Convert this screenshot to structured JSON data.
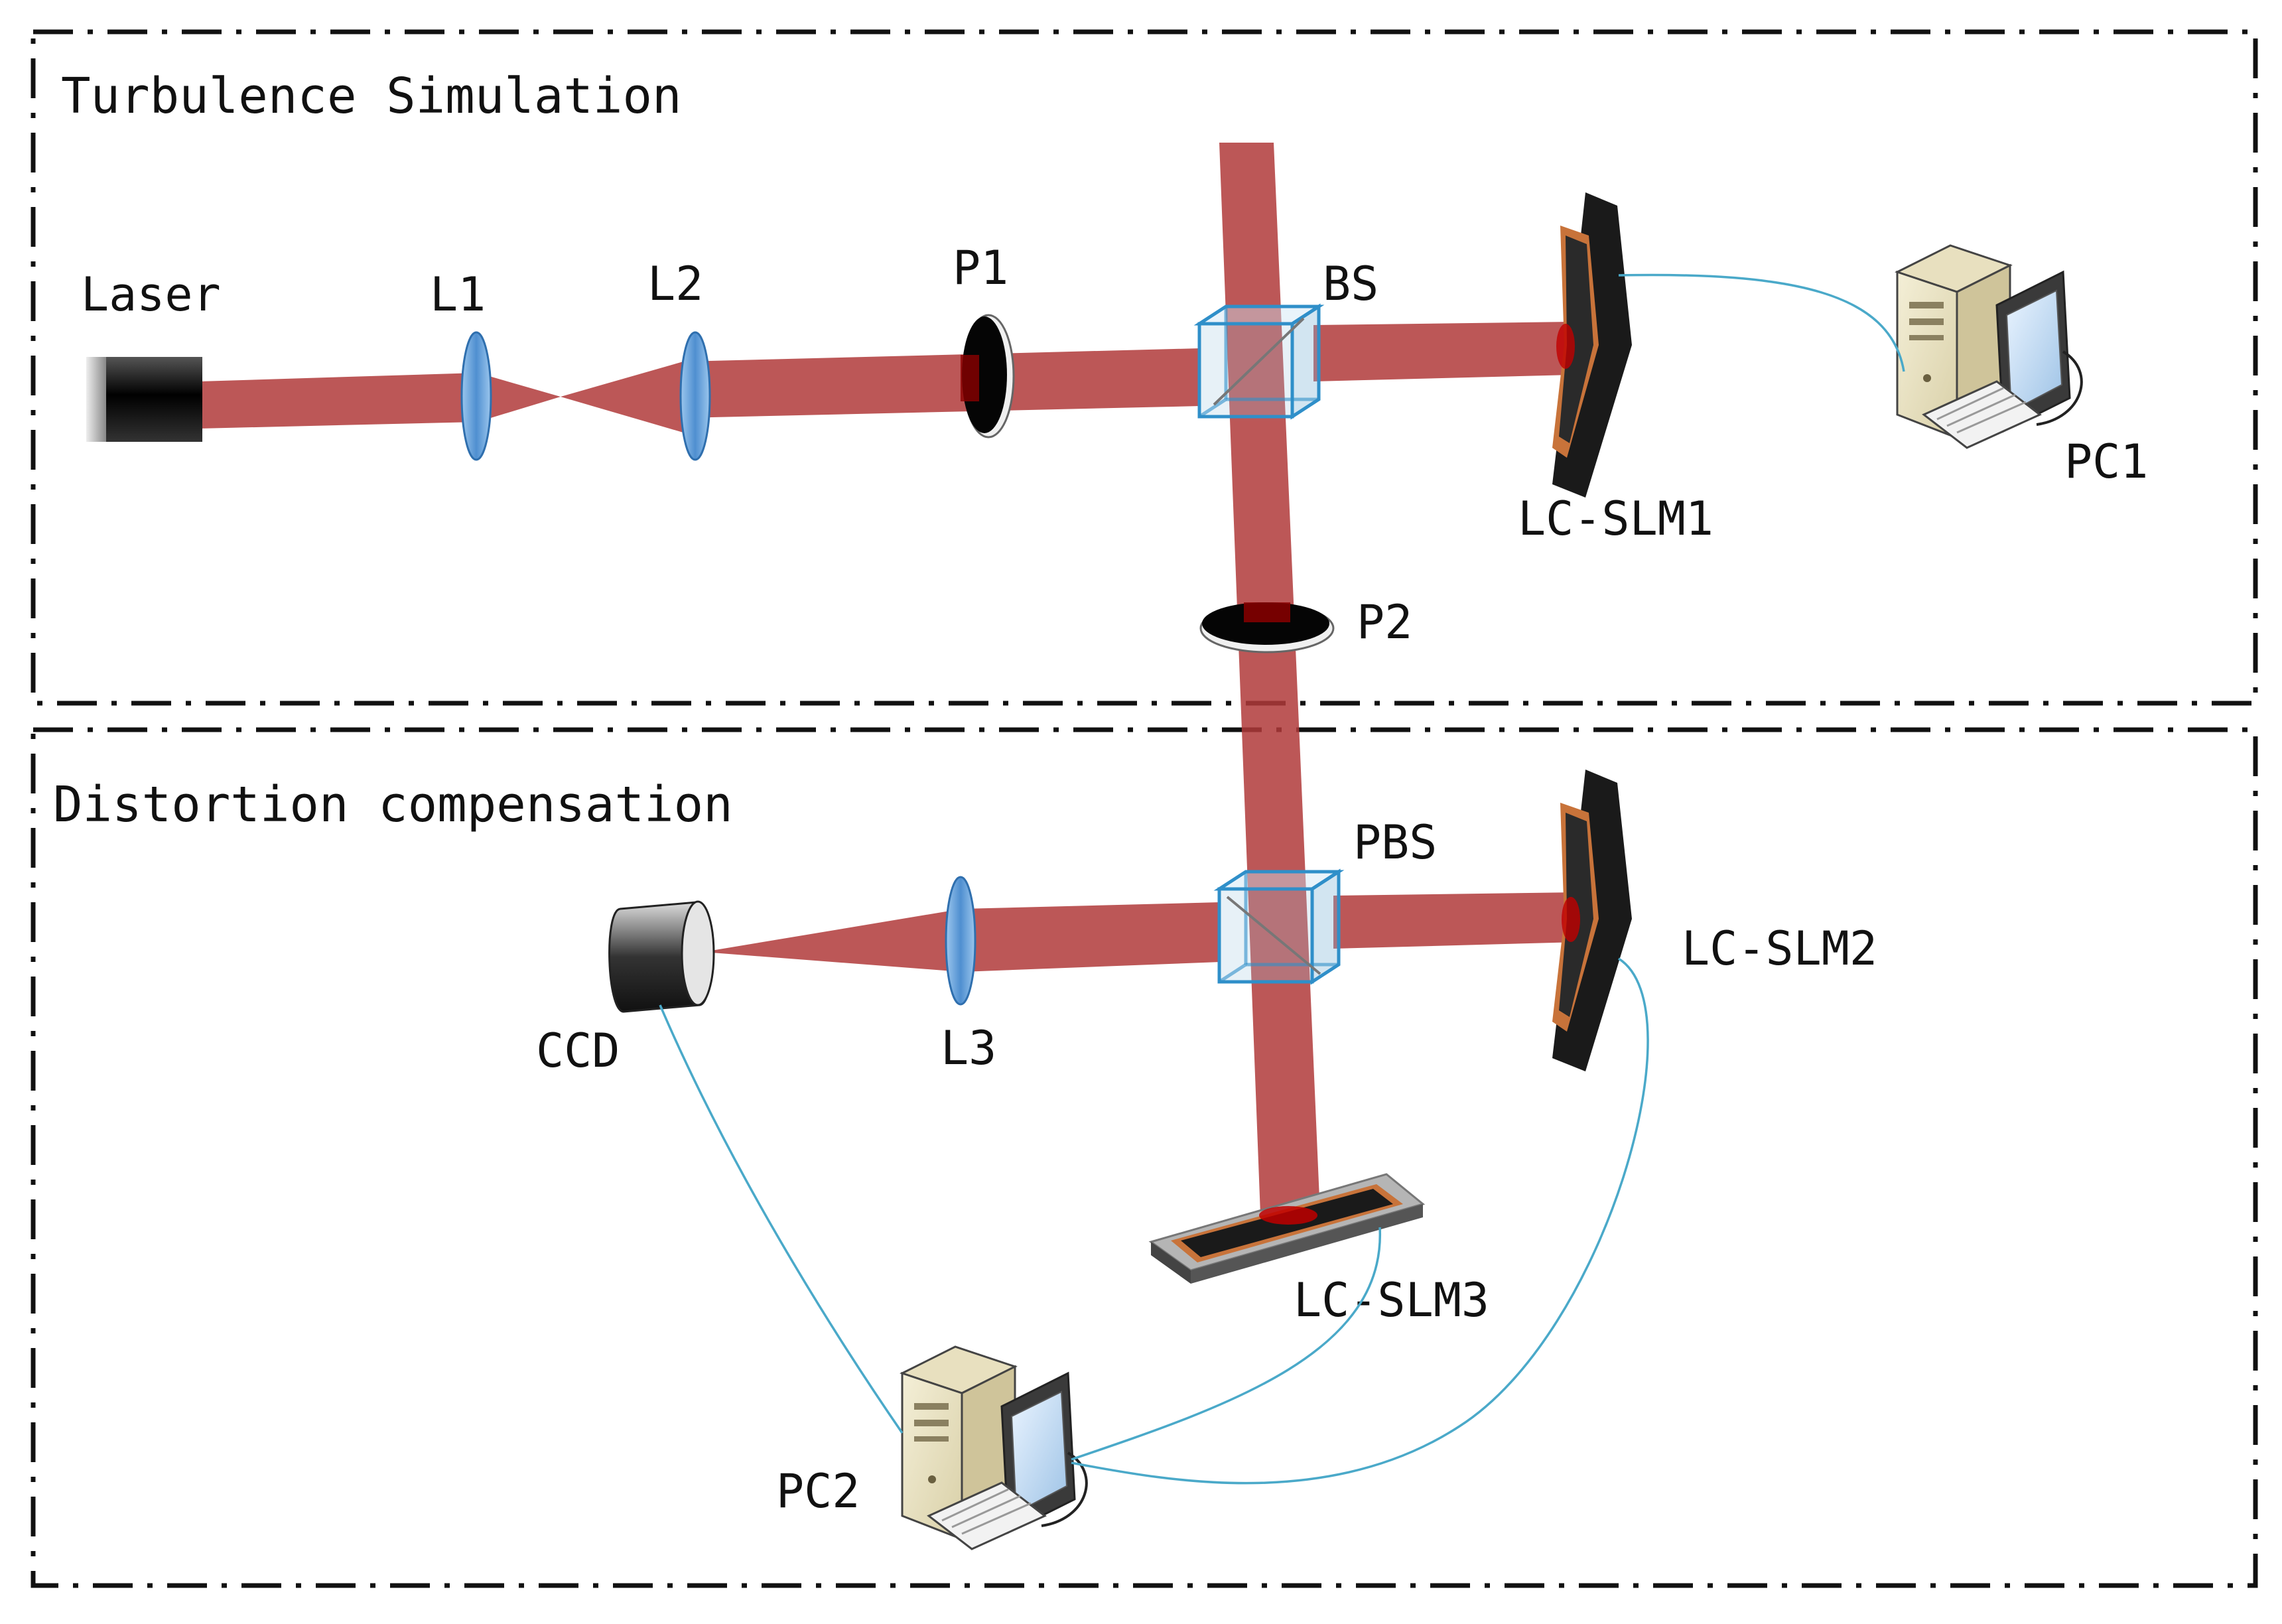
{
  "sections": [
    {
      "id": "turbulence",
      "title": "Turbulence Simulation"
    },
    {
      "id": "distortion",
      "title": "Distortion compensation"
    }
  ],
  "labels": {
    "laser": "Laser",
    "l1": "L1",
    "l2": "L2",
    "p1": "P1",
    "bs": "BS",
    "lcslm1": "LC-SLM1",
    "pc1": "PC1",
    "p2": "P2",
    "pbs": "PBS",
    "lcslm2": "LC-SLM2",
    "ccd": "CCD",
    "l3": "L3",
    "lcslm3": "LC-SLM3",
    "pc2": "PC2"
  },
  "colors": {
    "beam": "#b03a3a",
    "lens": "#5b9bd5",
    "cube": "#2f8fc9",
    "cable": "#4aa9c9",
    "slm_surface": "#c8733a",
    "frame": "#111111"
  },
  "icons": [
    "laser-icon",
    "lens-icon",
    "polarizer-icon",
    "beam-splitter-icon",
    "slm-icon",
    "computer-icon",
    "camera-icon"
  ]
}
